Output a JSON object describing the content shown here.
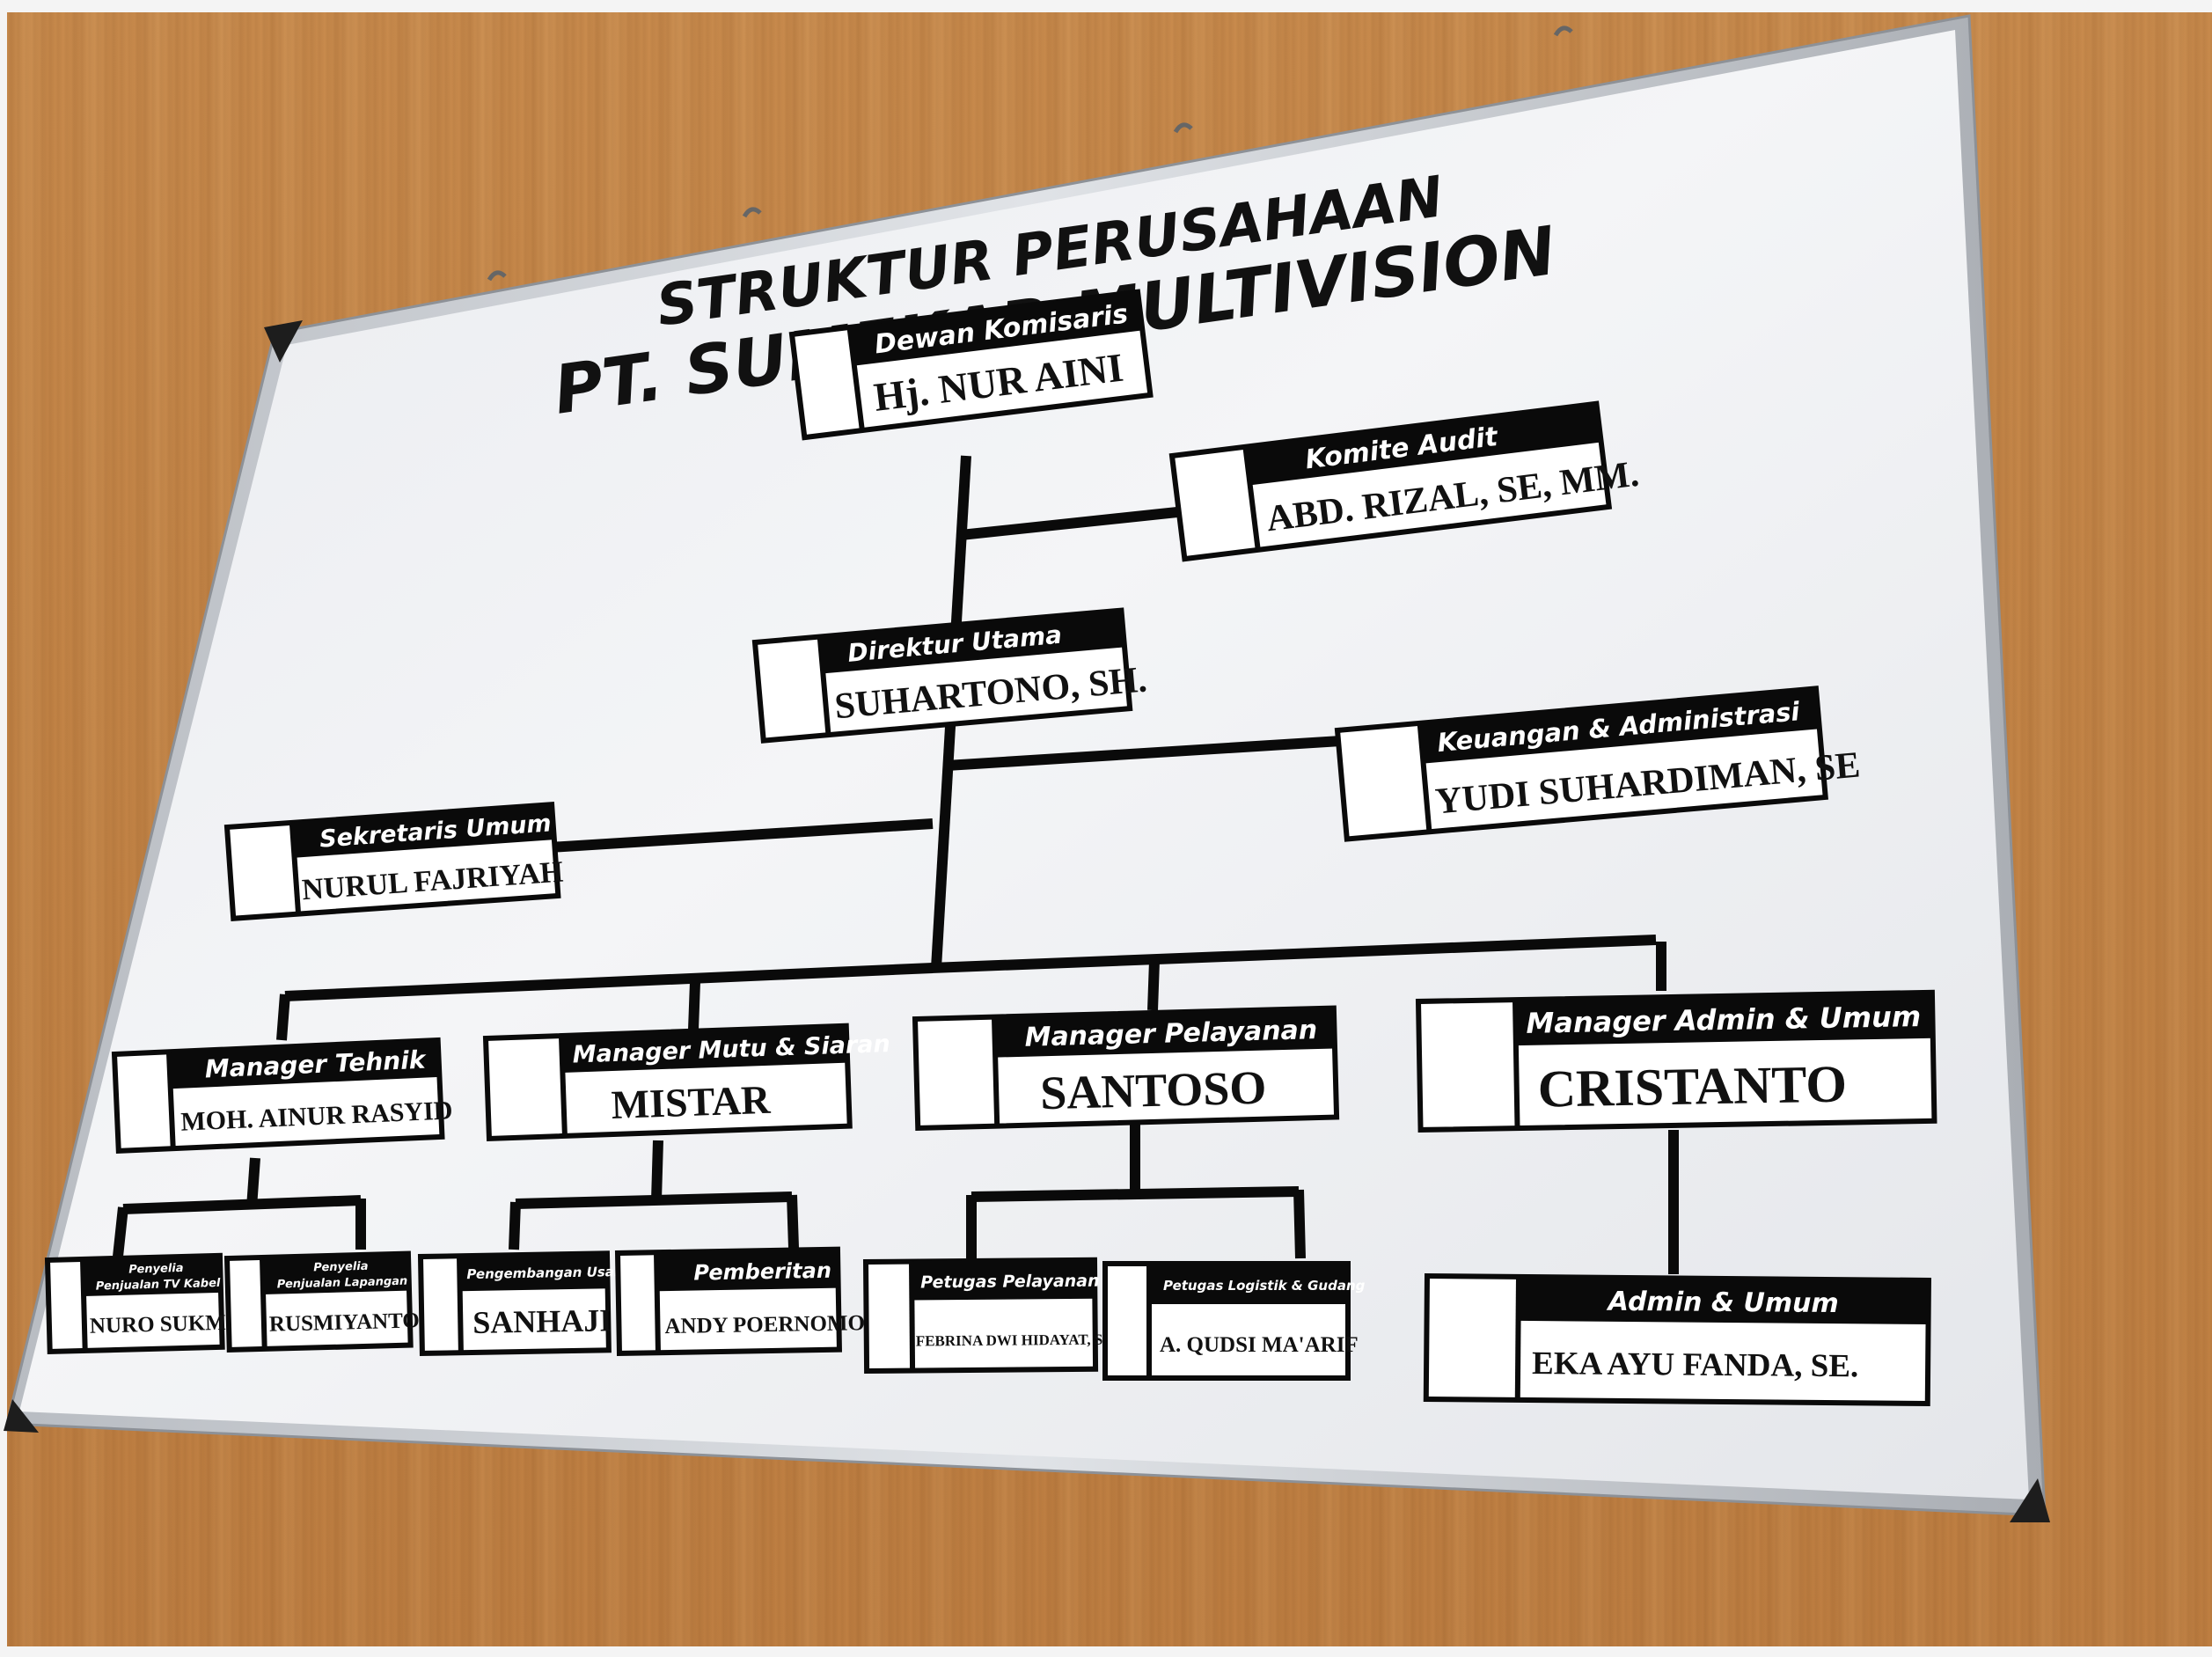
{
  "board": {
    "title_line1": "STRUKTUR PERUSAHAAN",
    "title_line2": "PT. SUMEKAR MULTIVISION"
  },
  "org": {
    "komisaris": {
      "role": "Dewan Komisaris",
      "name": "Hj. NUR AINI"
    },
    "komite_audit": {
      "role": "Komite Audit",
      "name": "ABD. RIZAL, SE, MM."
    },
    "direktur": {
      "role": "Direktur Utama",
      "name": "SUHARTONO, SH."
    },
    "keuangan": {
      "role": "Keuangan & Administrasi",
      "name": "YUDI SUHARDIMAN, SE"
    },
    "sekretaris": {
      "role": "Sekretaris Umum",
      "name": "NURUL FAJRIYAH"
    },
    "managers": [
      {
        "role": "Manager Tehnik",
        "name": "MOH. AINUR RASYID"
      },
      {
        "role": "Manager Mutu & Siaran",
        "name": "MISTAR"
      },
      {
        "role": "Manager Pelayanan",
        "name": "SANTOSO"
      },
      {
        "role": "Manager Admin & Umum",
        "name": "CRISTANTO"
      }
    ],
    "staff": [
      {
        "role_line1": "Penyelia",
        "role_line2": "Penjualan TV Kabel",
        "name": "NURO SUKMO"
      },
      {
        "role_line1": "Penyelia",
        "role_line2": "Penjualan Lapangan",
        "name": "RUSMIYANTO"
      },
      {
        "role": "Pengembangan Usaha",
        "name": "SANHAJI"
      },
      {
        "role": "Pemberitan",
        "name": "ANDY POERNOMO"
      },
      {
        "role": "Petugas Pelayanan",
        "name": "FEBRINA DWI HIDAYAT, SE"
      },
      {
        "role": "Petugas Logistik & Gudang",
        "name": "A. QUDSI MA'ARIF"
      },
      {
        "role": "Admin & Umum",
        "name": "EKA AYU FANDA, SE."
      }
    ]
  }
}
